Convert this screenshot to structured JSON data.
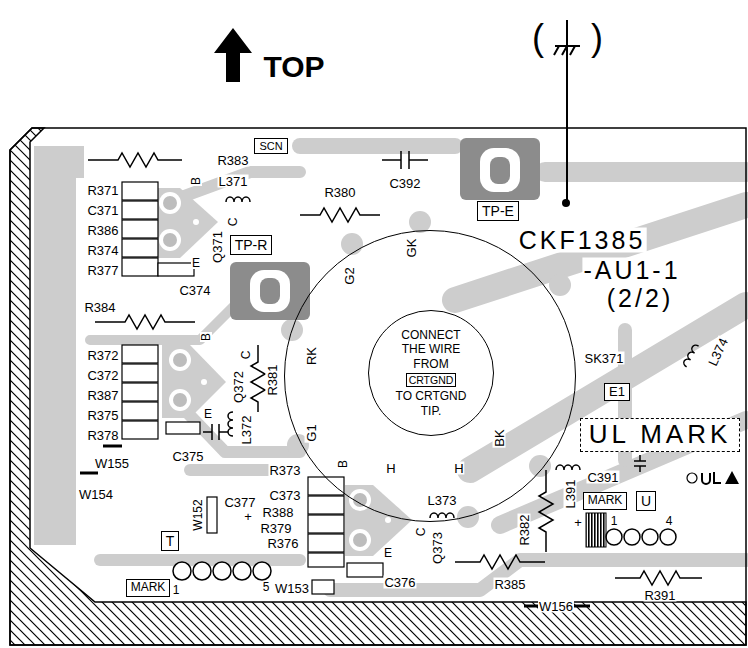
{
  "diagram": {
    "nodes": [
      {
        "text": [
          "SCN"
        ]
      },
      {
        "text": [
          "TP-E"
        ]
      },
      {
        "text": [
          "TP-R"
        ]
      },
      {
        "text": [
          "GK",
          "G2",
          "RK",
          "G1",
          "BK",
          "H",
          "H"
        ]
      },
      {
        "text": [
          "CONNECT THE WIRE FROM",
          "TO CRTGND TIP."
        ],
        "in": 3
      },
      {
        "text": [
          "CRTGND"
        ],
        "in": 4
      },
      {
        "text": [
          "E1"
        ]
      },
      {
        "text": [
          "UL MARK"
        ]
      },
      {
        "text": [
          "MARK"
        ]
      },
      {
        "text": [
          "U"
        ]
      },
      {
        "text": [
          "T"
        ]
      },
      {
        "text": [
          "MARK"
        ]
      }
    ],
    "labels": [
      "(",
      ")",
      "TOP",
      "R383",
      "L371",
      "R380",
      "C392",
      "B",
      "R371",
      "C371",
      "R386",
      "C",
      "R374",
      "Q371",
      "E",
      "R377",
      "C374",
      "CKF1385",
      "-AU1-1",
      "(2/2)",
      "R384",
      "B",
      "C",
      "R372",
      "SK371",
      "L374",
      "C372",
      "Q372",
      "R381",
      "R387",
      "E",
      "R375",
      "L372",
      "R378",
      "C375",
      "W155",
      "R373",
      "B",
      "C391",
      "W154",
      "C373",
      "L391",
      "L373",
      "C377",
      "R382",
      "R388",
      "W152",
      "+",
      "1",
      "4",
      "+",
      "R379",
      "C",
      "R376",
      "Q373",
      "E",
      "C376",
      "R385",
      "1",
      "5",
      "W153",
      "R391",
      "W156"
    ]
  }
}
